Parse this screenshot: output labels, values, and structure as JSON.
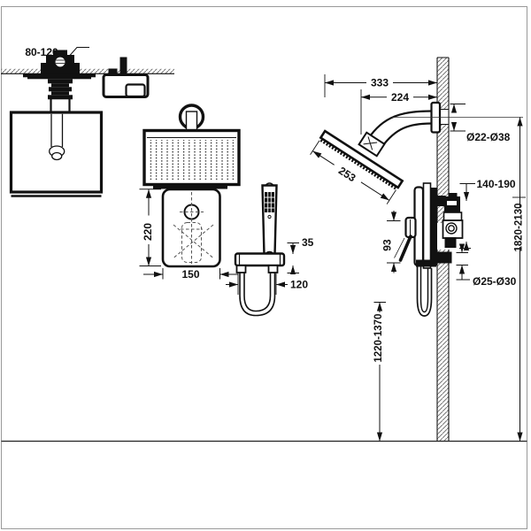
{
  "diagram": {
    "type": "technical-drawing",
    "subject": "concealed shower system installation dimensions",
    "colors": {
      "ink": "#111111",
      "hatch": "#777777",
      "background": "#ffffff",
      "frame": "#999999",
      "dashed": "#555555"
    },
    "views": {
      "ceiling_mount": {
        "labels": {
          "mount_range": "80-120"
        }
      },
      "front": {
        "labels": {
          "plate_height": "220",
          "plate_width": "150",
          "holder_depth": "35",
          "hose_span": "120"
        }
      },
      "side_installation": {
        "labels": {
          "arm_total": "333",
          "arm_wall": "224",
          "head_size": "253",
          "arm_flange_dia": "Ø22-Ø38",
          "valve_span": "140-190",
          "valve_body": "93",
          "outlet_dia": "Ø25-Ø30",
          "head_floor_height": "1820-2130",
          "valve_floor_height": "1220-1370"
        }
      }
    }
  }
}
